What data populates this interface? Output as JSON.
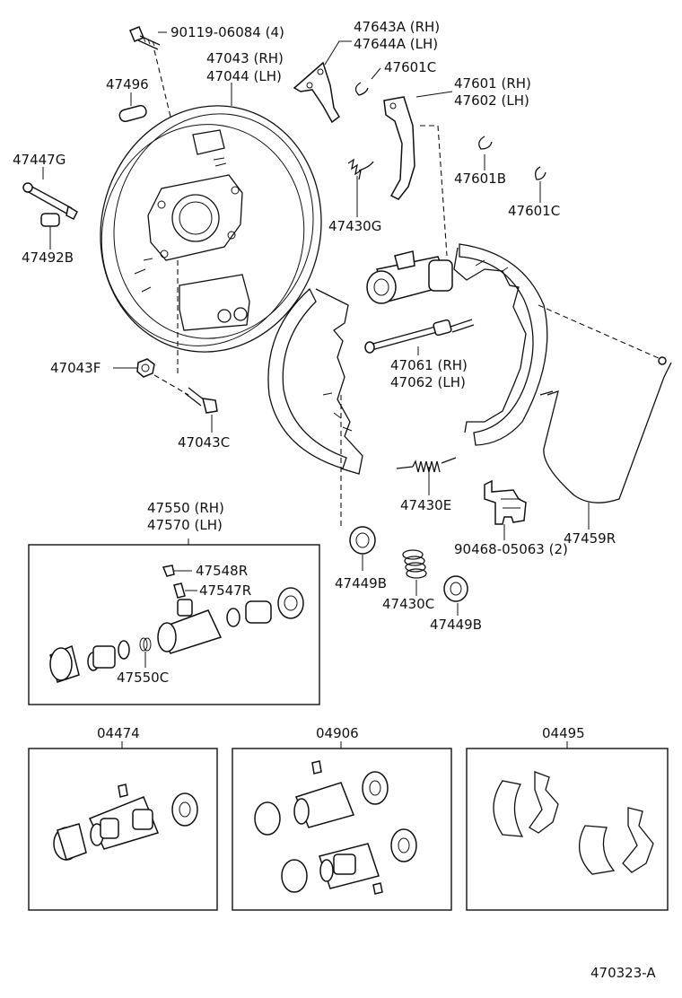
{
  "labels": {
    "bolt_90119": "90119-06084 (4)",
    "p47643A": "47643A (RH)",
    "p47644A": "47644A (LH)",
    "p47043": "47043 (RH)",
    "p47044": "47044 (LH)",
    "p47496": "47496",
    "p47601C_a": "47601C",
    "p47601": "47601 (RH)",
    "p47602": "47602 (LH)",
    "p47447G": "47447G",
    "p47601B": "47601B",
    "p47601C_b": "47601C",
    "p47430G": "47430G",
    "p47492B": "47492B",
    "p47061": "47061 (RH)",
    "p47062": "47062 (LH)",
    "p47043F": "47043F",
    "p47043C": "47043C",
    "p47430E": "47430E",
    "p47550": "47550 (RH)",
    "p47570": "47570 (LH)",
    "p47459R": "47459R",
    "p90468": "90468-05063 (2)",
    "p47548R": "47548R",
    "p47547R": "47547R",
    "p47449B_a": "47449B",
    "p47430C": "47430C",
    "p47449B_b": "47449B",
    "p47550C": "47550C",
    "p04474": "04474",
    "p04906": "04906",
    "p04495": "04495",
    "diagram_code": "470323-A"
  }
}
